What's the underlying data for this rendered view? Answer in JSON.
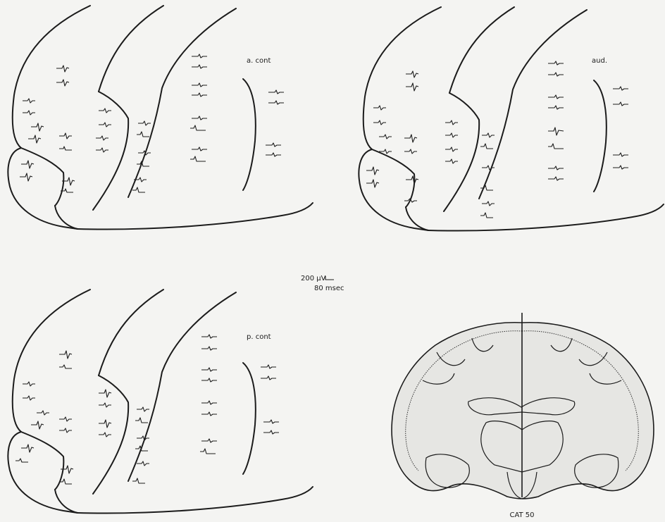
{
  "panels": [
    {
      "id": "a-cont",
      "label": "a. cont"
    },
    {
      "id": "aud",
      "label": "aud."
    },
    {
      "id": "p-cont",
      "label": "p. cont"
    }
  ],
  "scale_bar": {
    "voltage": "200 µV",
    "time": "80 msec"
  },
  "section": {
    "label": "CAT 50"
  },
  "colors": {
    "ink": "#1b1b1b",
    "paper": "#f4f4f2",
    "section_fill": "#e6e6e3"
  }
}
